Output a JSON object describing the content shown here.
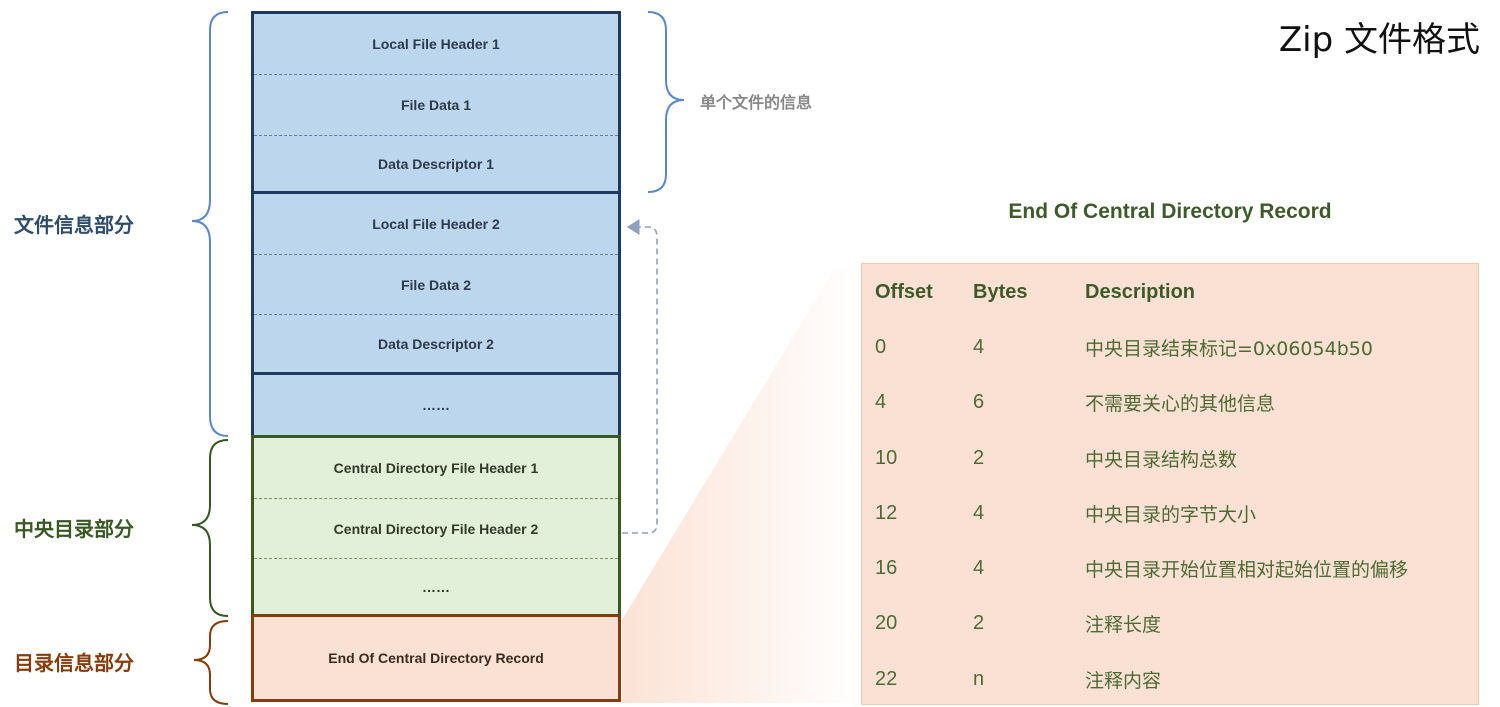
{
  "title": "Zip 文件格式",
  "sections": {
    "file_info": "文件信息部分",
    "central_dir": "中央目录部分",
    "dir_info": "目录信息部分",
    "single_file": "单个文件的信息"
  },
  "stack": {
    "blue": [
      "Local File Header 1",
      "File Data 1",
      "Data Descriptor 1",
      "Local File Header 2",
      "File Data 2",
      "Data Descriptor 2",
      "……"
    ],
    "green": [
      "Central Directory File Header 1",
      "Central Directory File Header 2",
      "……"
    ],
    "orange": "End Of Central Directory Record"
  },
  "detail": {
    "title": "End Of Central Directory Record",
    "headers": [
      "Offset",
      "Bytes",
      "Description"
    ],
    "rows": [
      [
        "0",
        "4",
        "中央目录结束标记=0x06054b50"
      ],
      [
        "4",
        "6",
        "不需要关心的其他信息"
      ],
      [
        "10",
        "2",
        "中央目录结构总数"
      ],
      [
        "12",
        "4",
        "中央目录的字节大小"
      ],
      [
        "16",
        "4",
        "中央目录开始位置相对起始位置的偏移"
      ],
      [
        "20",
        "2",
        "注释长度"
      ],
      [
        "22",
        "n",
        "注释内容"
      ]
    ]
  },
  "colors": {
    "blue_fill": "#bcd6ee",
    "blue_border": "#1e3a5f",
    "green_fill": "#e2f0d9",
    "green_border": "#385723",
    "orange_fill": "#fbe1d3",
    "orange_border": "#843c0c",
    "label_blue": "#2f4d6b",
    "label_green": "#385723",
    "label_orange": "#843c0c"
  }
}
